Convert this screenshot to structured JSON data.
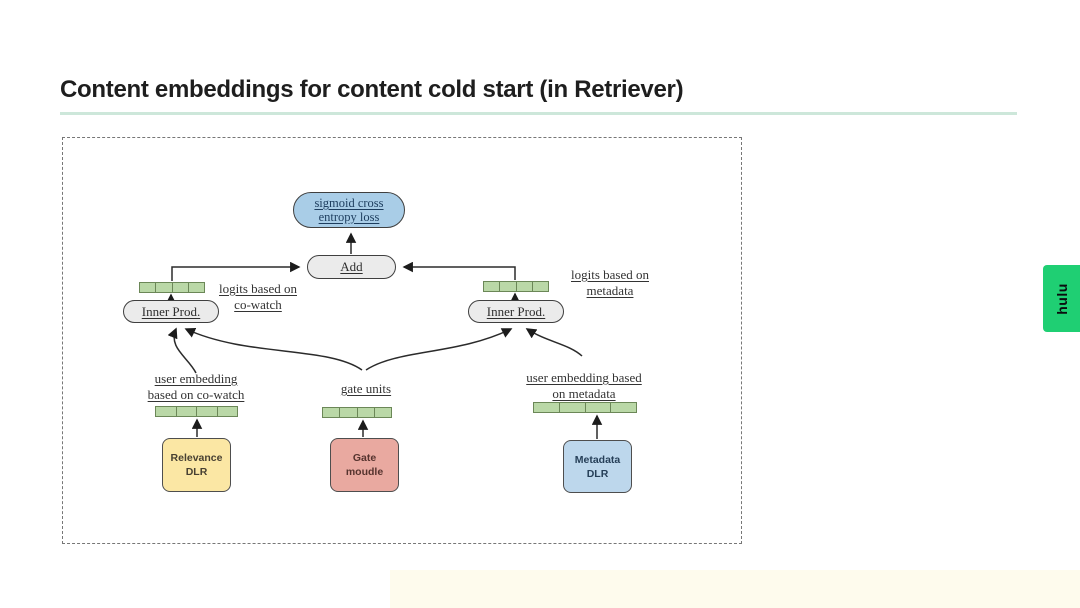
{
  "slide": {
    "title": "Content embeddings for content cold start (in Retriever)"
  },
  "brand": {
    "logo": "hulu"
  },
  "colors": {
    "accent_green": "#1fcf73",
    "title_underline": "#cde7da",
    "loss_fill": "#a9cde7",
    "neutral_fill": "#ebebeb",
    "embedding_fill": "#bad8a7",
    "embedding_border": "#6b8757",
    "relevance_fill": "#fbe7a4",
    "gate_fill": "#e9a9a0",
    "metadata_fill": "#bdd7ec"
  },
  "diagram": {
    "nodes": {
      "loss_line1": "sigmoid cross",
      "loss_line2": "entropy loss",
      "add": "Add",
      "inner_prod": "Inner Prod.",
      "relevance_line1": "Relevance",
      "relevance_line2": "DLR",
      "gate_line1": "Gate",
      "gate_line2": "moudle",
      "metadata_line1": "Metadata",
      "metadata_line2": "DLR"
    },
    "labels": {
      "logits_cowatch_line1": "logits  based on",
      "logits_cowatch_line2": "co-watch",
      "logits_metadata_line1": "logits based on",
      "logits_metadata_line2": "metadata",
      "user_cowatch_line1": "user embedding",
      "user_cowatch_line2": "based on co-watch",
      "gate_units": "gate units",
      "user_metadata_line1": "user embedding based",
      "user_metadata_line2": "on metadata"
    }
  }
}
